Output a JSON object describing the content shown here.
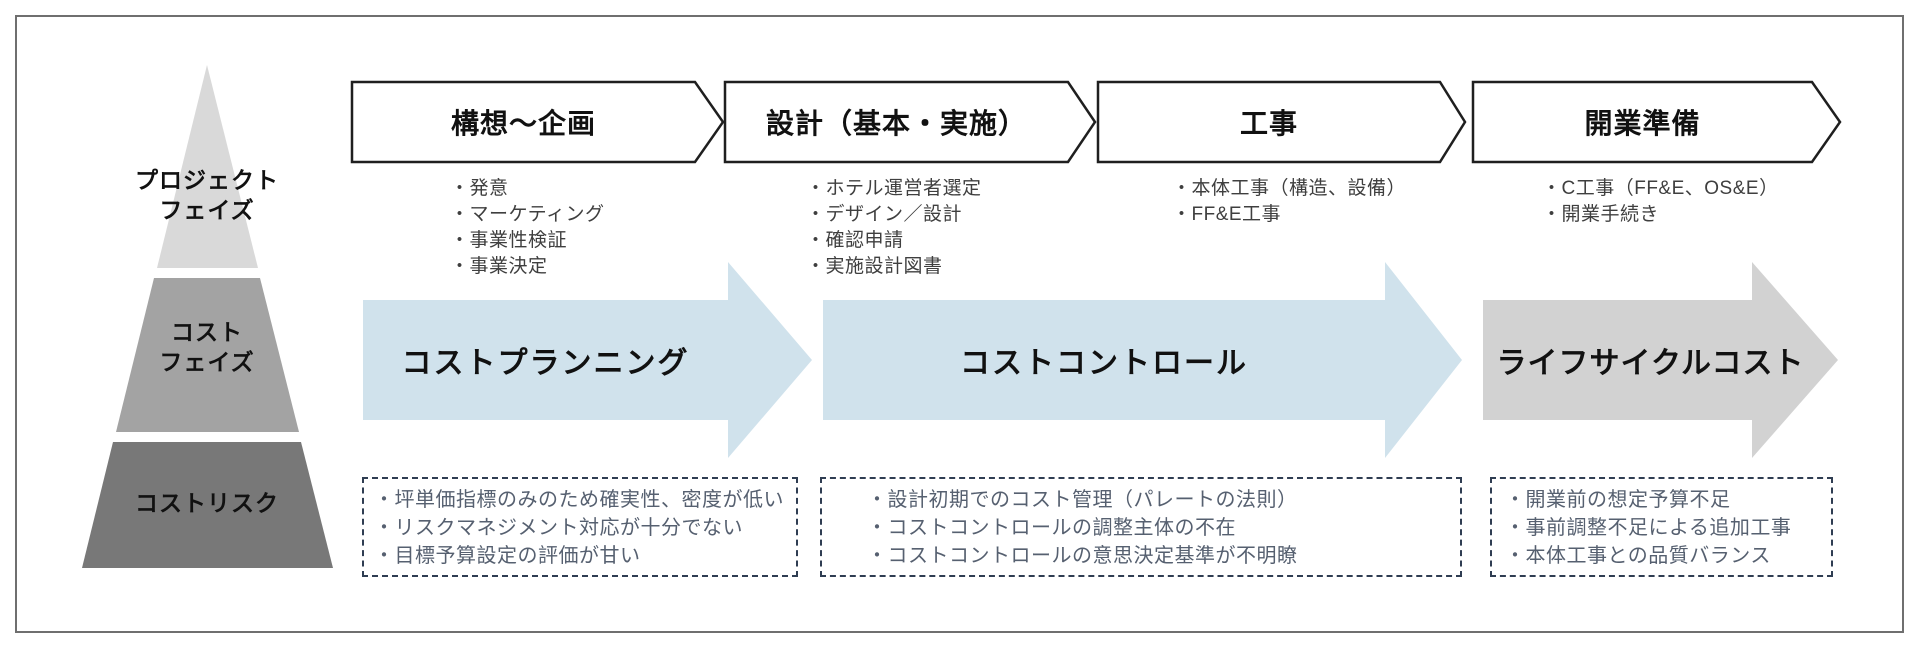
{
  "diagram": {
    "row_labels": {
      "project_phase": [
        "プロジェクト",
        "フェイズ"
      ],
      "cost_phase": [
        "コスト",
        "フェイズ"
      ],
      "cost_risk": [
        "コストリスク"
      ]
    },
    "phases": [
      {
        "title": "構想～企画",
        "activities": [
          "・発意",
          "・マーケティング",
          "・事業性検証",
          "・事業決定"
        ]
      },
      {
        "title": "設計（基本・実施）",
        "activities": [
          "・ホテル運営者選定",
          "・デザイン／設計",
          "・確認申請",
          "・実施設計図書"
        ]
      },
      {
        "title": "工事",
        "activities": [
          "・本体工事（構造、設備）",
          "・FF&E工事"
        ]
      },
      {
        "title": "開業準備",
        "activities": [
          "・C工事（FF&E、OS&E）",
          "・開業手続き"
        ]
      }
    ],
    "cost_phases": [
      {
        "label": "コストプランニング"
      },
      {
        "label": "コストコントロール"
      },
      {
        "label": "ライフサイクルコスト"
      }
    ],
    "cost_risks": [
      {
        "items": [
          "・坪単価指標のみのため確実性、密度が低い",
          "・リスクマネジメント対応が十分でない",
          "・目標予算設定の評価が甘い"
        ]
      },
      {
        "items": [
          "・設計初期でのコスト管理（パレートの法則）",
          "・コストコントロールの調整主体の不在",
          "・コストコントロールの意思決定基準が不明瞭"
        ]
      },
      {
        "items": [
          "・開業前の想定予算不足",
          "・事前調整不足による追加工事",
          "・本体工事との品質バランス"
        ]
      }
    ],
    "colors": {
      "cost_arrow_blue": "#d0e2ec",
      "cost_arrow_gray": "#d2d2d2",
      "pyramid_top": "#d9d9d9",
      "pyramid_middle": "#a3a3a3",
      "pyramid_bottom": "#787878",
      "chevron_fill": "#ffffff",
      "chevron_border": "#1f1f1f",
      "risk_border": "#2f3d52",
      "risk_text": "#566070"
    }
  }
}
